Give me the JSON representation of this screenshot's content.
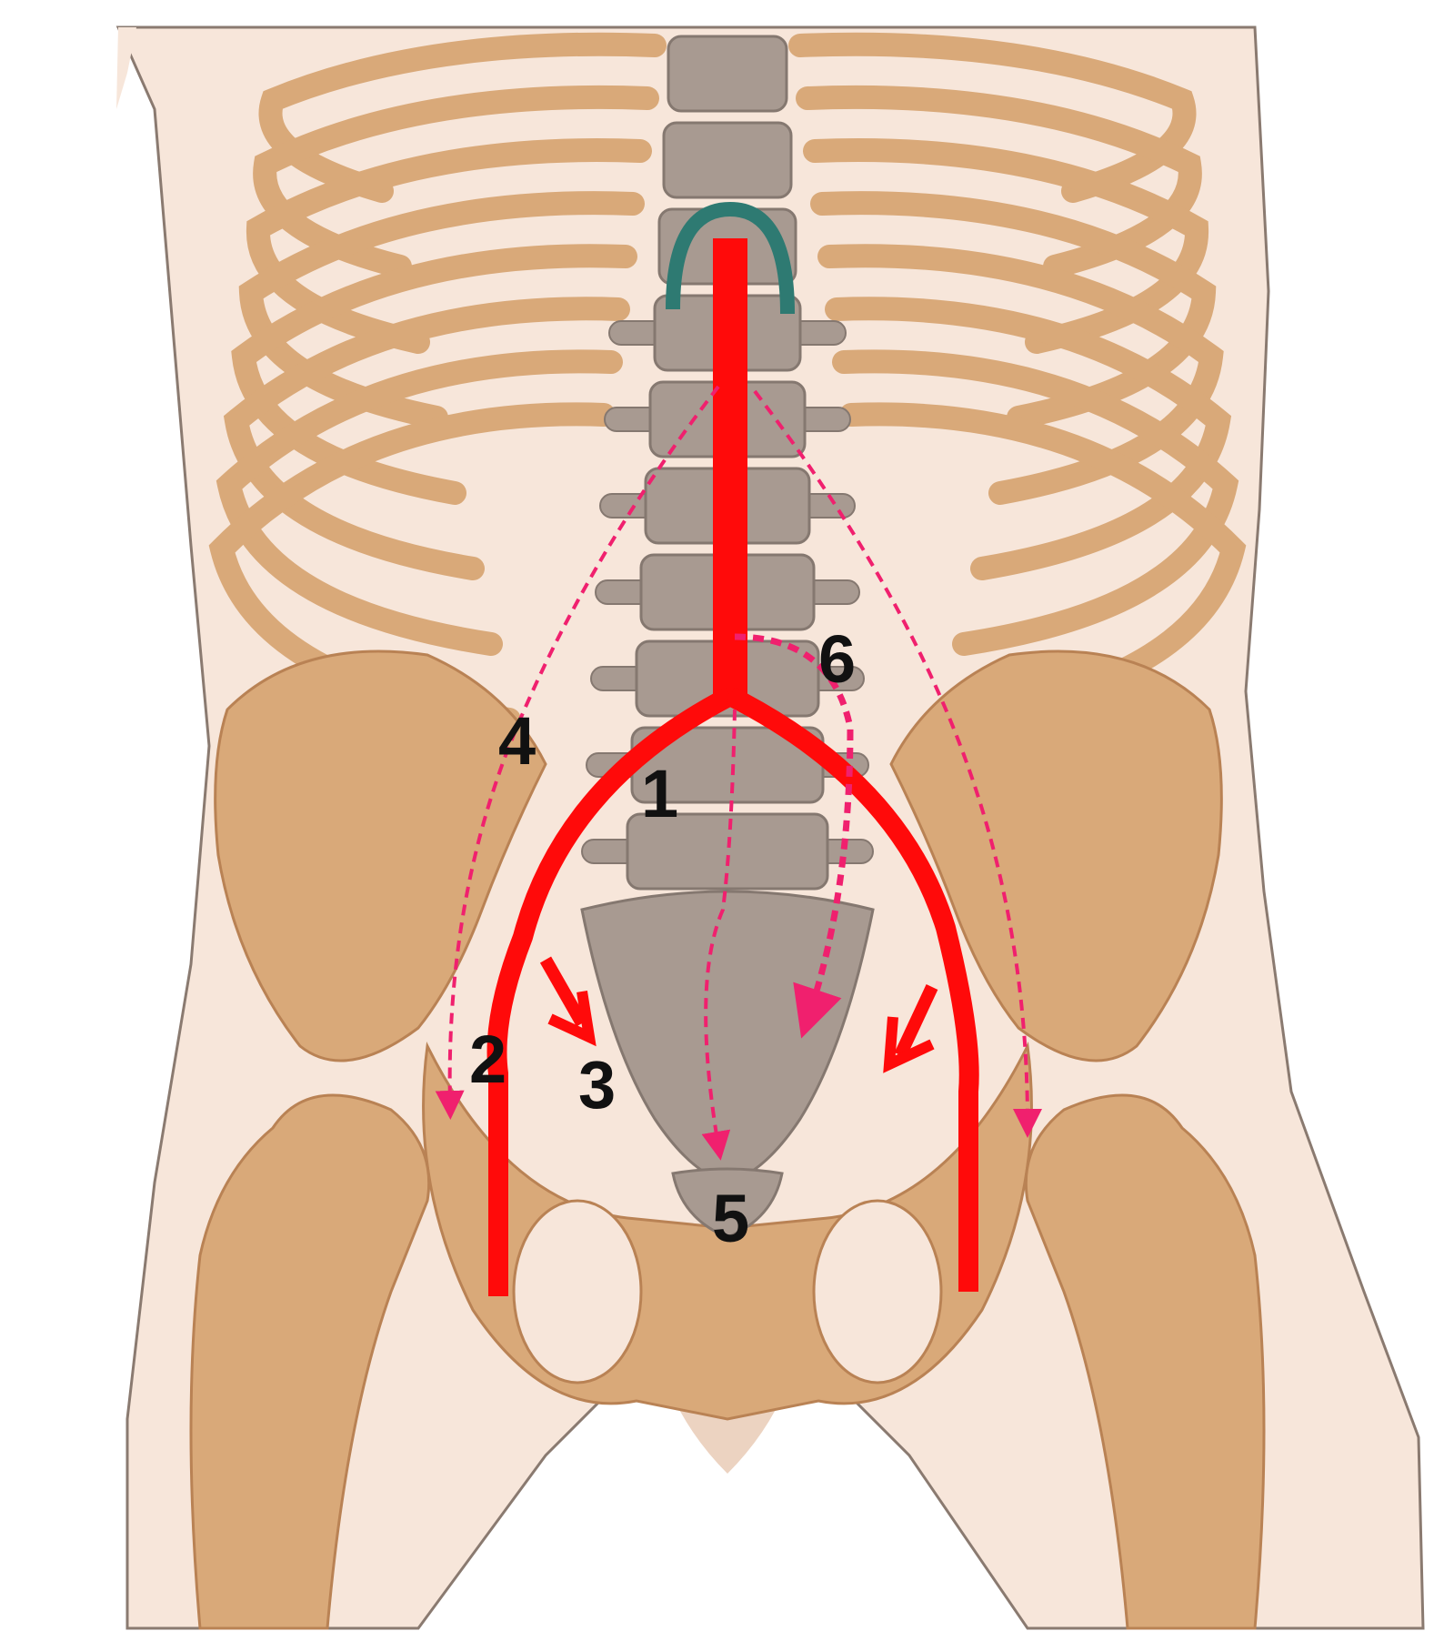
{
  "colors": {
    "skin": "#f7e6da",
    "skin_shade": "#ecd3c1",
    "bone": "#d9a979",
    "bone_edge": "#b98254",
    "spine": "#a89a91",
    "spine_edge": "#857870",
    "artery": "#ff0a0a",
    "collateral": "#f0206e",
    "ligature": "#2e7a72",
    "label": "#111111"
  },
  "labels": [
    {
      "id": "label-1",
      "text": "1"
    },
    {
      "id": "label-2",
      "text": "2"
    },
    {
      "id": "label-3",
      "text": "3"
    },
    {
      "id": "label-4",
      "text": "4"
    },
    {
      "id": "label-5",
      "text": "5"
    },
    {
      "id": "label-6",
      "text": "6"
    }
  ]
}
